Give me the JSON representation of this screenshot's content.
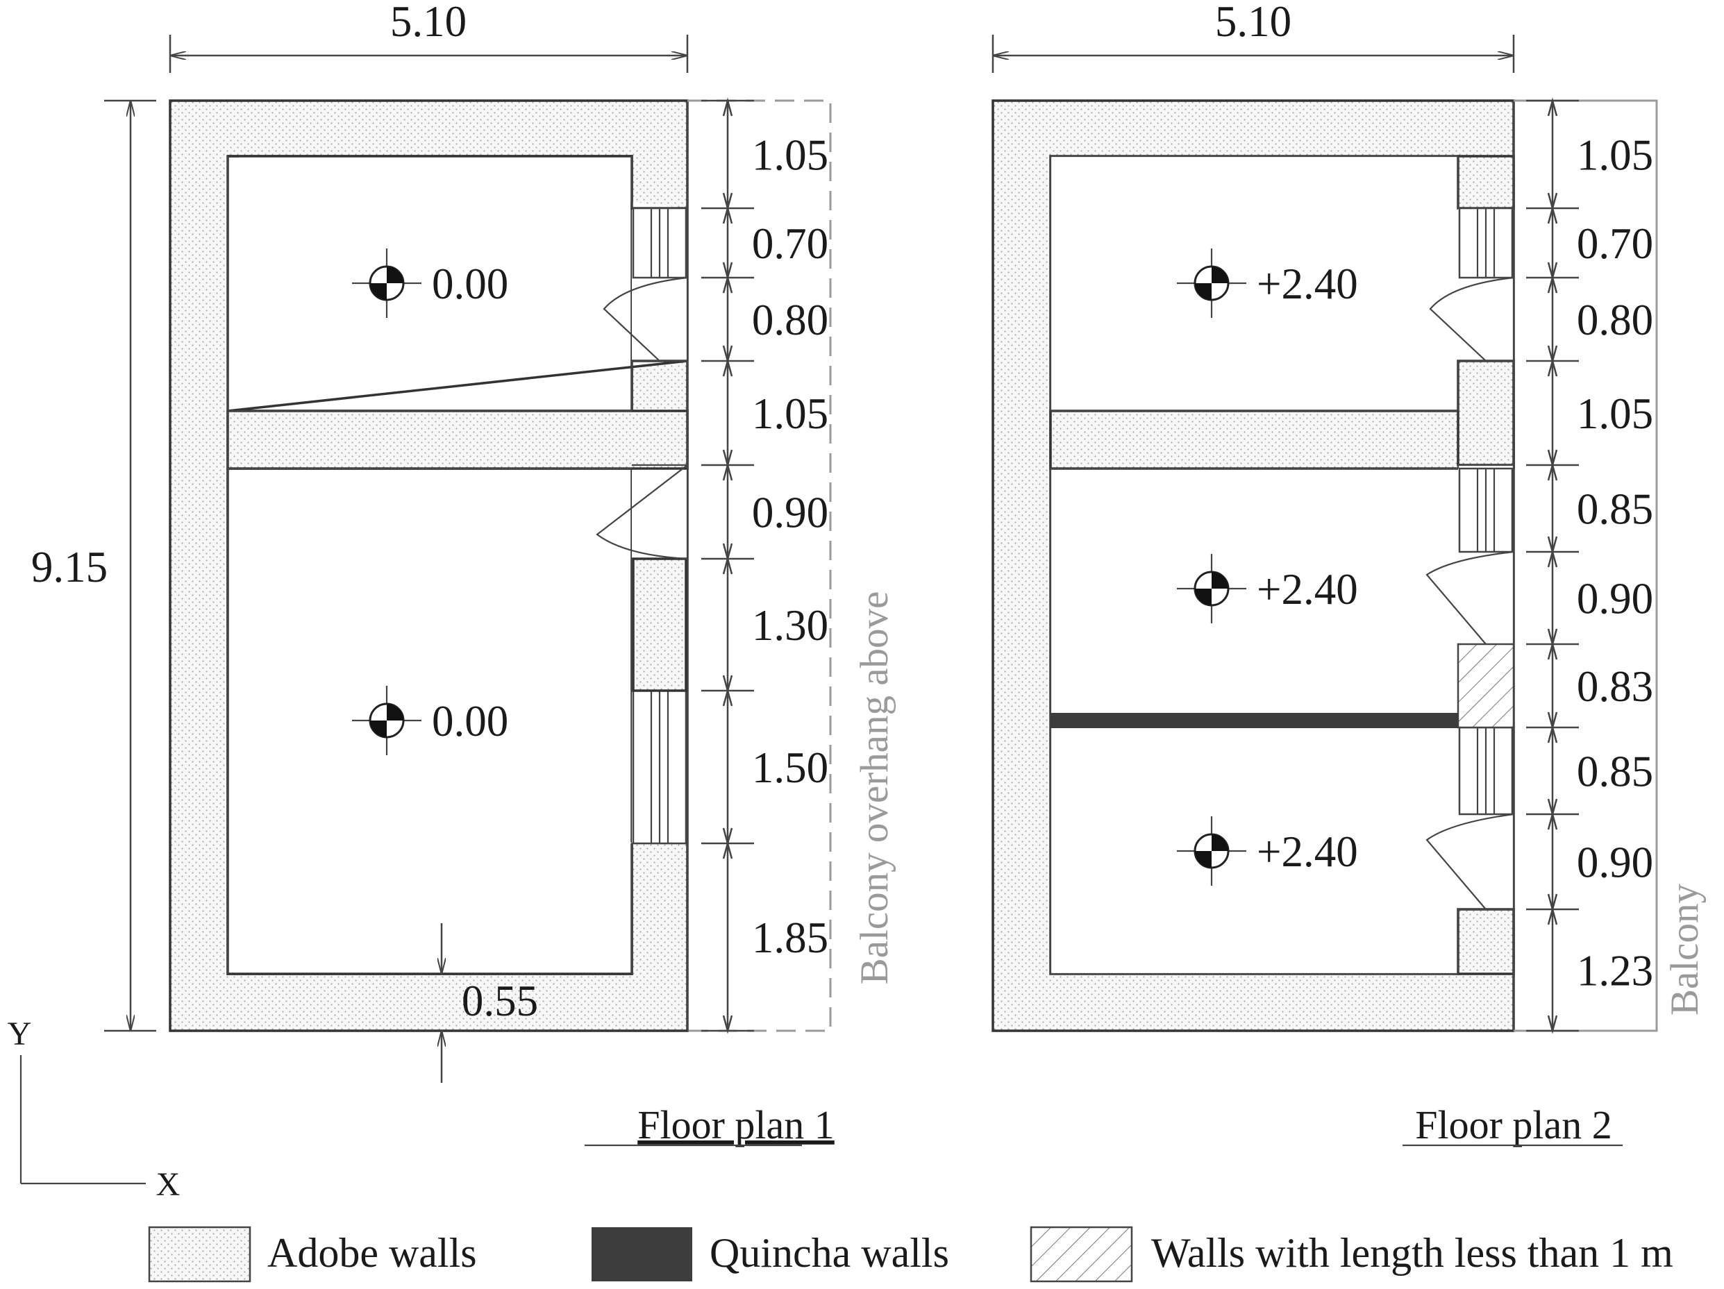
{
  "overall": {
    "width_label": "5.10",
    "height_label": "9.15",
    "slab_label": "0.55",
    "axis_y": "Y",
    "axis_x": "X"
  },
  "plan1": {
    "title": "Floor plan 1",
    "side_note": "Balcony overhang above",
    "width_label": "5.10",
    "segments": [
      "1.05",
      "0.70",
      "0.80",
      "1.05",
      "0.90",
      "1.30",
      "1.50",
      "1.85"
    ],
    "levels": [
      "0.00",
      "0.00"
    ]
  },
  "plan2": {
    "title": "Floor plan 2",
    "side_note": "Balcony",
    "width_label": "5.10",
    "segments": [
      "1.05",
      "0.70",
      "0.80",
      "1.05",
      "0.85",
      "0.90",
      "0.83",
      "0.85",
      "0.90",
      "1.23"
    ],
    "levels": [
      "+2.40",
      "+2.40",
      "+2.40"
    ]
  },
  "legend": {
    "adobe": "Adobe walls",
    "quincha": "Quincha walls",
    "short": "Walls with length less than 1 m"
  },
  "colors": {
    "line": "#333333",
    "quincha": "#3d3d3d",
    "balcony": "#9a9a9a"
  }
}
